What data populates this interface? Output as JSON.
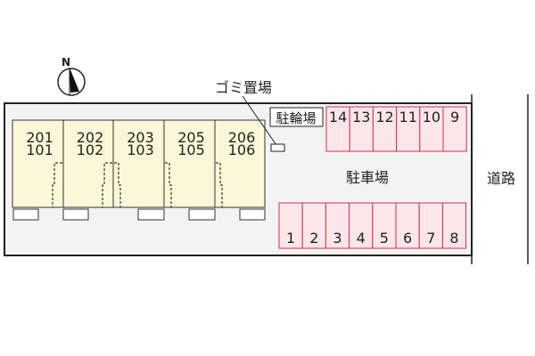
{
  "compass": {
    "label": "N"
  },
  "labels": {
    "garbage": "ゴミ置場",
    "bicycle_parking": "駐輪場",
    "parking": "駐車場",
    "road": "道路"
  },
  "units": [
    {
      "upper": "201",
      "lower": "101"
    },
    {
      "upper": "202",
      "lower": "102"
    },
    {
      "upper": "203",
      "lower": "103"
    },
    {
      "upper": "205",
      "lower": "105"
    },
    {
      "upper": "206",
      "lower": "106"
    }
  ],
  "parking_top": [
    "14",
    "13",
    "12",
    "11",
    "10",
    "9"
  ],
  "parking_bottom": [
    "1",
    "2",
    "3",
    "4",
    "5",
    "6",
    "7",
    "8"
  ],
  "colors": {
    "unit_fill": "#fbf7d8",
    "parking_fill": "#fde6ea",
    "parking_border": "#d03048",
    "site_fill": "#f3f3f3"
  }
}
